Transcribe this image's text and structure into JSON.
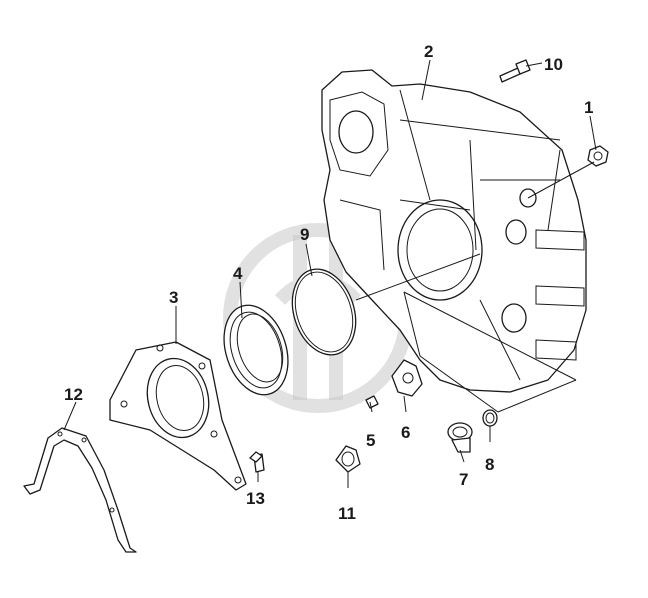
{
  "callouts": {
    "c1": "1",
    "c2": "2",
    "c3": "3",
    "c4": "4",
    "c5": "5",
    "c6": "6",
    "c7": "7",
    "c8": "8",
    "c9": "9",
    "c10": "10",
    "c11": "11",
    "c12": "12",
    "c13": "13"
  },
  "colors": {
    "line": "#1a1a1a",
    "watermark": "#c9c9c9",
    "background": "#ffffff"
  }
}
